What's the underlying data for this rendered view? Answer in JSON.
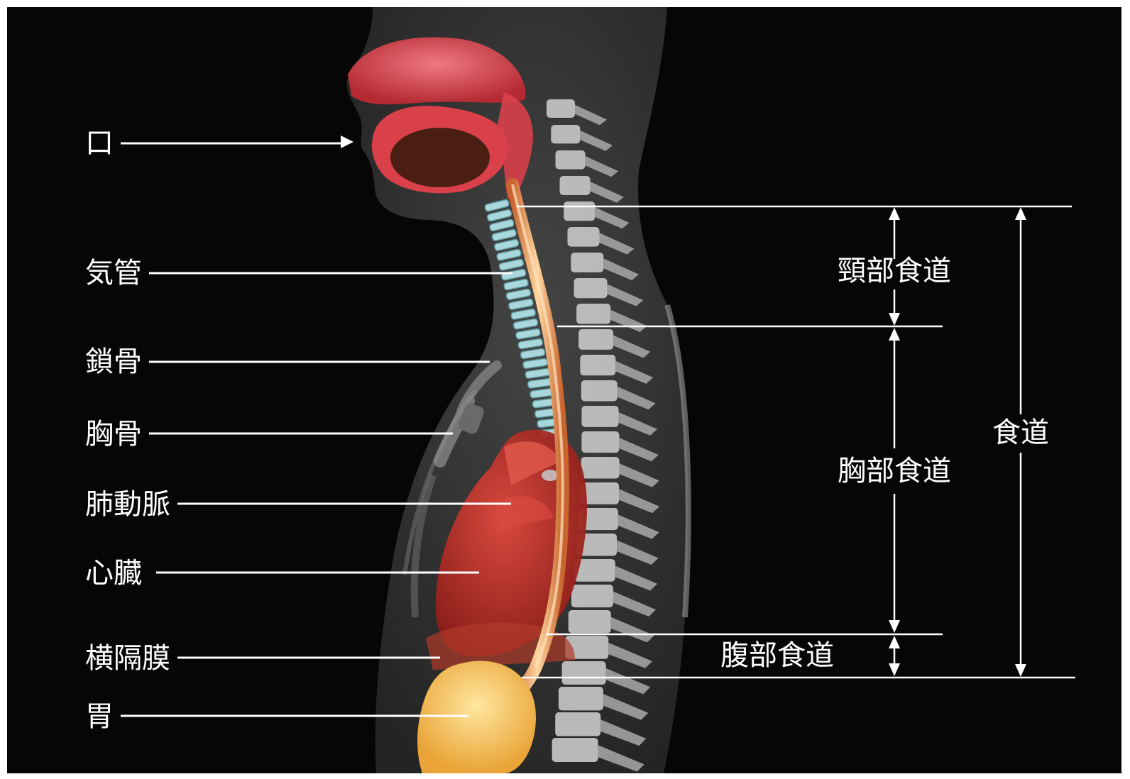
{
  "labels": {
    "mouth": "口",
    "trachea": "気管",
    "clavicle": "鎖骨",
    "sternum": "胸骨",
    "pulmonary_artery": "肺動脈",
    "heart": "心臓",
    "diaphragm": "横隔膜",
    "stomach": "胃"
  },
  "esophagus": {
    "cervical": "頸部食道",
    "thoracic": "胸部食道",
    "abdominal": "腹部食道",
    "whole": "食道"
  },
  "colors": {
    "background": "#060606",
    "label_text": "#ffffff",
    "leader_line": "#ffffff",
    "body_silhouette": "#3c3c3c",
    "mouth_red": "#d9404a",
    "esophagus_orange": "#f2a86a",
    "trachea_cyan": "#a8d8dc",
    "vertebra_gray": "#c9c9c9",
    "heart_red": "#c8312a",
    "stomach_yellow": "#f6c35a"
  }
}
